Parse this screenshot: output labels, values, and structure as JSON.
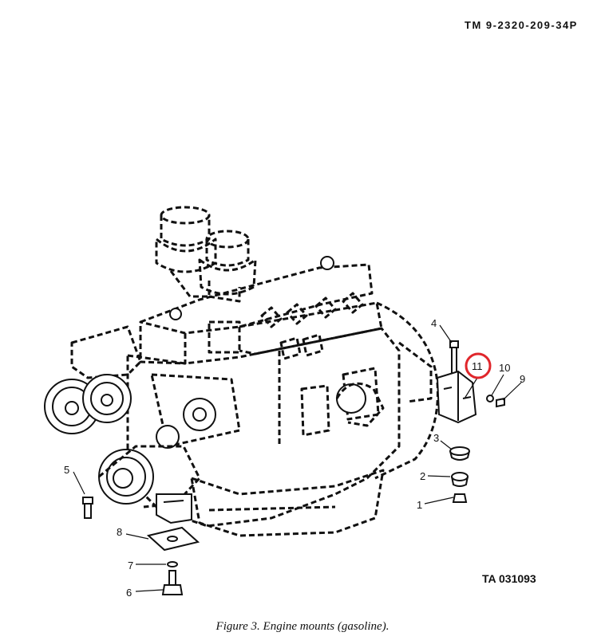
{
  "document": {
    "tm_number": "TM 9-2320-209-34P",
    "ta_number": "TA 031093",
    "caption": "Figure 3. Engine mounts (gasoline)."
  },
  "callouts": {
    "c1": "1",
    "c2": "2",
    "c3": "3",
    "c4": "4",
    "c5": "5",
    "c6": "6",
    "c7": "7",
    "c8": "8",
    "c9": "9",
    "c10": "10",
    "c11": "11"
  },
  "highlight": {
    "callout": "11",
    "color": "#e0262b"
  }
}
